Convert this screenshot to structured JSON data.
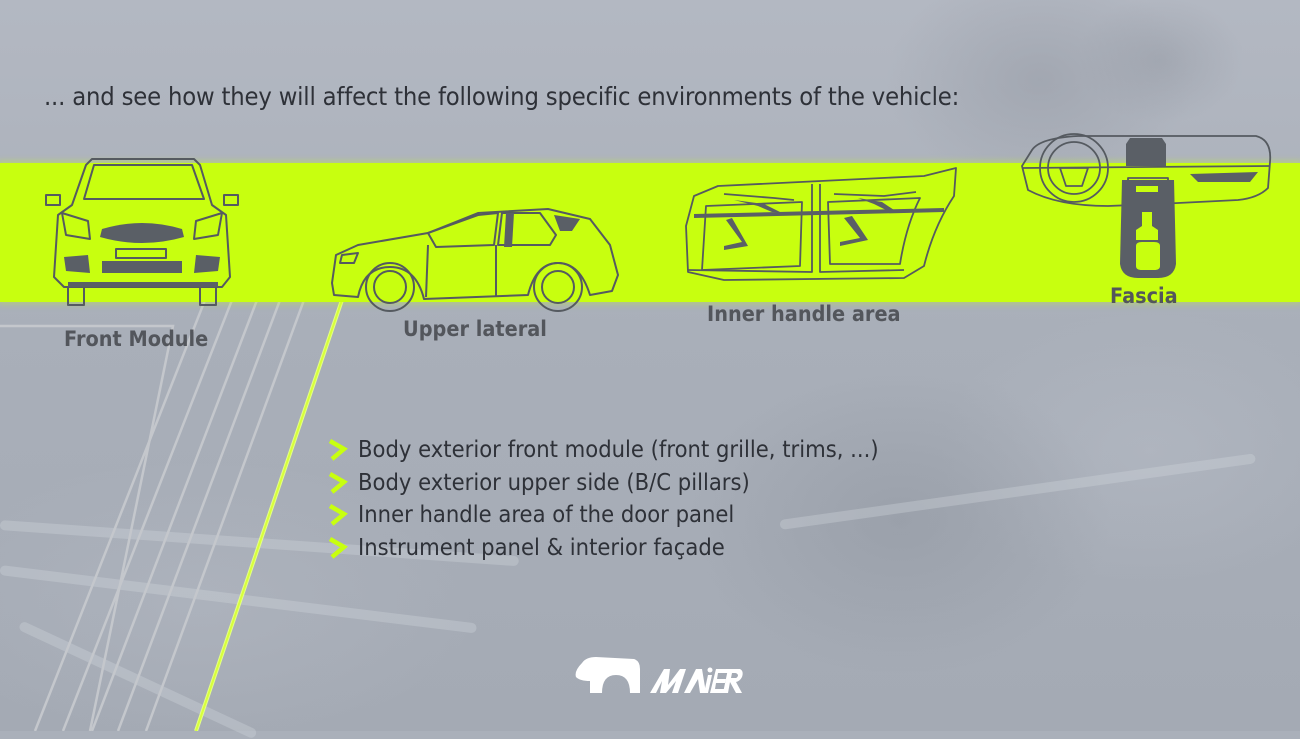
{
  "slide": {
    "heading": "... and see how they will affect the following specific environments of the vehicle:",
    "accent_color": "#c8ff0f",
    "label_color": "#53565c",
    "text_color": "#2e3138"
  },
  "environments": [
    {
      "label": "Front Module",
      "icon": "car-front-view-icon"
    },
    {
      "label": "Upper lateral",
      "icon": "car-side-view-icon"
    },
    {
      "label": "Inner handle area",
      "icon": "door-panel-icon"
    },
    {
      "label": "Fascia",
      "icon": "dashboard-icon"
    }
  ],
  "bullets": [
    {
      "text": "Body exterior front module (front grille, trims, ...)",
      "icon": "chevron-right-icon"
    },
    {
      "text": "Body exterior upper side (B/C pillars)",
      "icon": "chevron-right-icon"
    },
    {
      "text": "Inner handle area of the door panel",
      "icon": "chevron-right-icon"
    },
    {
      "text": "Instrument panel & interior façade",
      "icon": "chevron-right-icon"
    }
  ],
  "logo": {
    "text": "MAiER",
    "icon": "maier-bear-logo-icon"
  }
}
